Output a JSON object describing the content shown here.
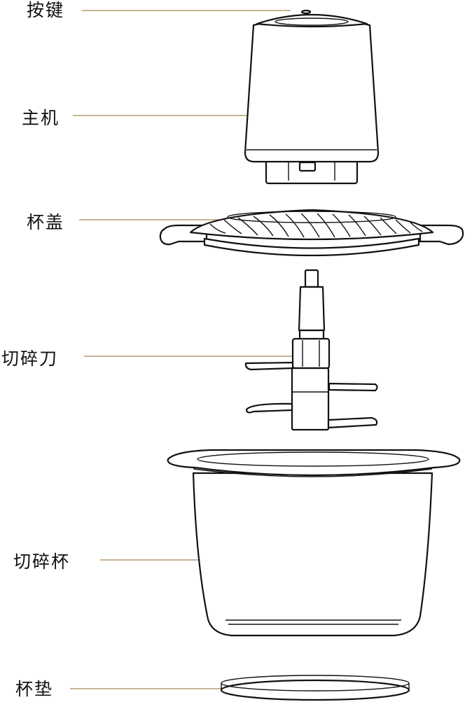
{
  "labels": {
    "button": "按键",
    "main_unit": "主机",
    "lid": "杯盖",
    "blade": "切碎刀",
    "bowl": "切碎杯",
    "mat": "杯垫"
  },
  "colors": {
    "leader_line": "#b59a72",
    "outline": "#111111",
    "background": "#ffffff"
  }
}
